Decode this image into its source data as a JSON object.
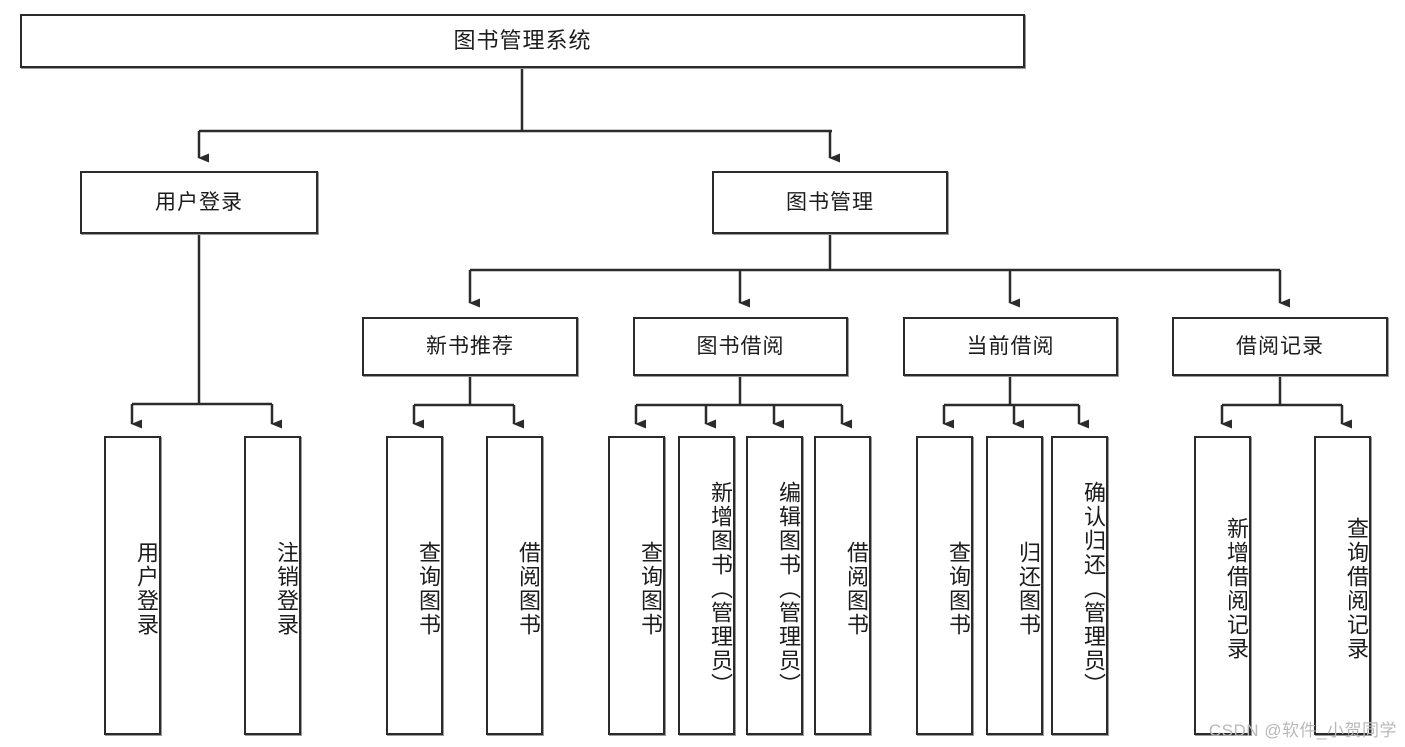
{
  "diagram": {
    "title": "图书管理系统",
    "watermark": "CSDN @软件_小贺同学",
    "accent_color": "#2b2b2b",
    "background_color": "#ffffff",
    "levels": {
      "level1": [
        "图书管理系统"
      ],
      "level2": [
        "用户登录",
        "图书管理"
      ],
      "level3": [
        "新书推荐",
        "图书借阅",
        "当前借阅",
        "借阅记录"
      ],
      "level4": [
        "用户登录",
        "注销登录",
        "查询图书",
        "借阅图书",
        "查询图书",
        "新增图书（管理员）",
        "编辑图书（管理员）",
        "借阅图书",
        "查询图书",
        "归还图书",
        "确认归还（管理员）",
        "新增借阅记录",
        "查询借阅记录"
      ]
    },
    "nodes": {
      "root": "图书管理系统",
      "user_login": "用户登录",
      "book_manage": "图书管理",
      "new_book_rec": "新书推荐",
      "book_borrow": "图书借阅",
      "current_borrow": "当前借阅",
      "borrow_record": "借阅记录",
      "leaf_user_login": "用户登录",
      "leaf_user_logout": "注销登录",
      "leaf_rec_query": "查询图书",
      "leaf_rec_borrow": "借阅图书",
      "leaf_borrow_query": "查询图书",
      "leaf_borrow_add": "新增图书（管理员）",
      "leaf_borrow_edit": "编辑图书（管理员）",
      "leaf_borrow_do": "借阅图书",
      "leaf_cur_query": "查询图书",
      "leaf_cur_return": "归还图书",
      "leaf_cur_confirm": "确认归还（管理员）",
      "leaf_rec_add": "新增借阅记录",
      "leaf_rec_search": "查询借阅记录"
    }
  }
}
